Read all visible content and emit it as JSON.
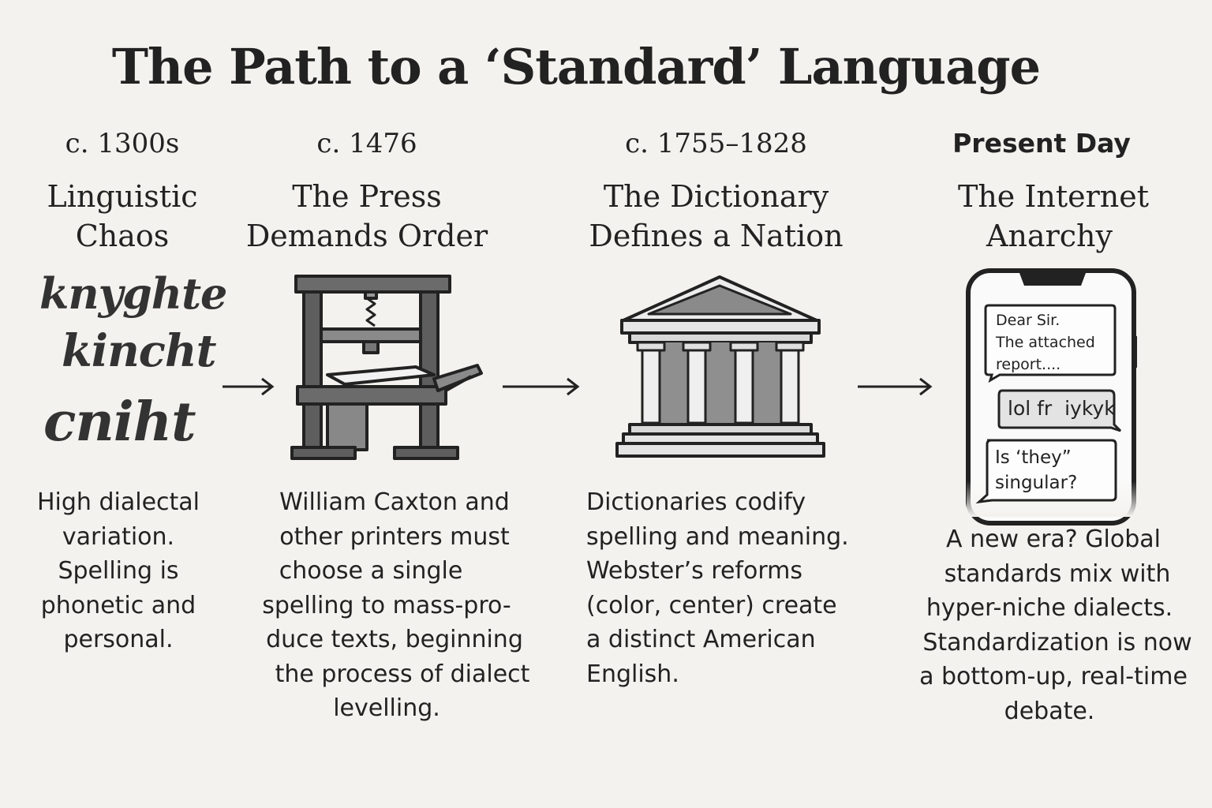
{
  "title": "The Path to a ‘Standard’ Language",
  "stages": [
    {
      "date": "c. 1300s",
      "heading": [
        "Linguistic",
        "Chaos"
      ],
      "spellings": [
        "knyghte",
        "kincht",
        "cniht"
      ],
      "description": [
        "High dialectal",
        "variation.",
        "Spelling is",
        "phonetic and",
        "personal."
      ],
      "icon": "handwritten-spellings"
    },
    {
      "date": "c. 1476",
      "heading": [
        "The Press",
        "Demands Order"
      ],
      "description": [
        "William Caxton and",
        "other printers must",
        "choose a single",
        "spelling to mass-pro-",
        "duce texts, beginning",
        "the process of dialect",
        "levelling."
      ],
      "icon": "printing-press-icon"
    },
    {
      "date": "c. 1755–1828",
      "heading": [
        "The Dictionary",
        "Defines a Nation"
      ],
      "description": [
        "Dictionaries codify",
        "spelling and meaning.",
        "Webster’s reforms",
        "(color, center) create",
        "a distinct American",
        "English."
      ],
      "icon": "classical-building-icon"
    },
    {
      "date": "Present Day",
      "heading": [
        "The Internet",
        "Anarchy"
      ],
      "messages": [
        [
          "Dear Sir.",
          "The attached",
          "report...."
        ],
        [
          "lol fr  iykyk"
        ],
        [
          "Is ‘they”",
          "singular?"
        ]
      ],
      "description": [
        "A new era? Global",
        "standards mix with",
        "hyper-niche dialects.",
        "Standardization is now",
        "a bottom-up, real-time",
        "debate."
      ],
      "icon": "smartphone-icon"
    }
  ],
  "arrow_icon": "right-arrow-icon"
}
